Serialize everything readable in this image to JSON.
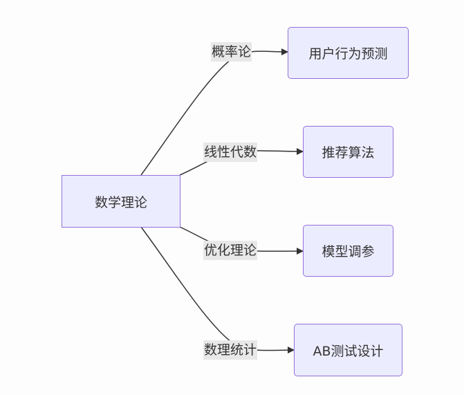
{
  "diagram": {
    "root": {
      "label": "数学理论"
    },
    "branches": [
      {
        "edge_label": "概率论",
        "target": "用户行为预测"
      },
      {
        "edge_label": "线性代数",
        "target": "推荐算法"
      },
      {
        "edge_label": "优化理论",
        "target": "模型调参"
      },
      {
        "edge_label": "数理统计",
        "target": "AB测试设计"
      }
    ]
  },
  "colors": {
    "node_fill": "#ececff",
    "node_border": "#9370db",
    "edge": "#333333",
    "edge_label_bg": "#e8e8e8"
  }
}
